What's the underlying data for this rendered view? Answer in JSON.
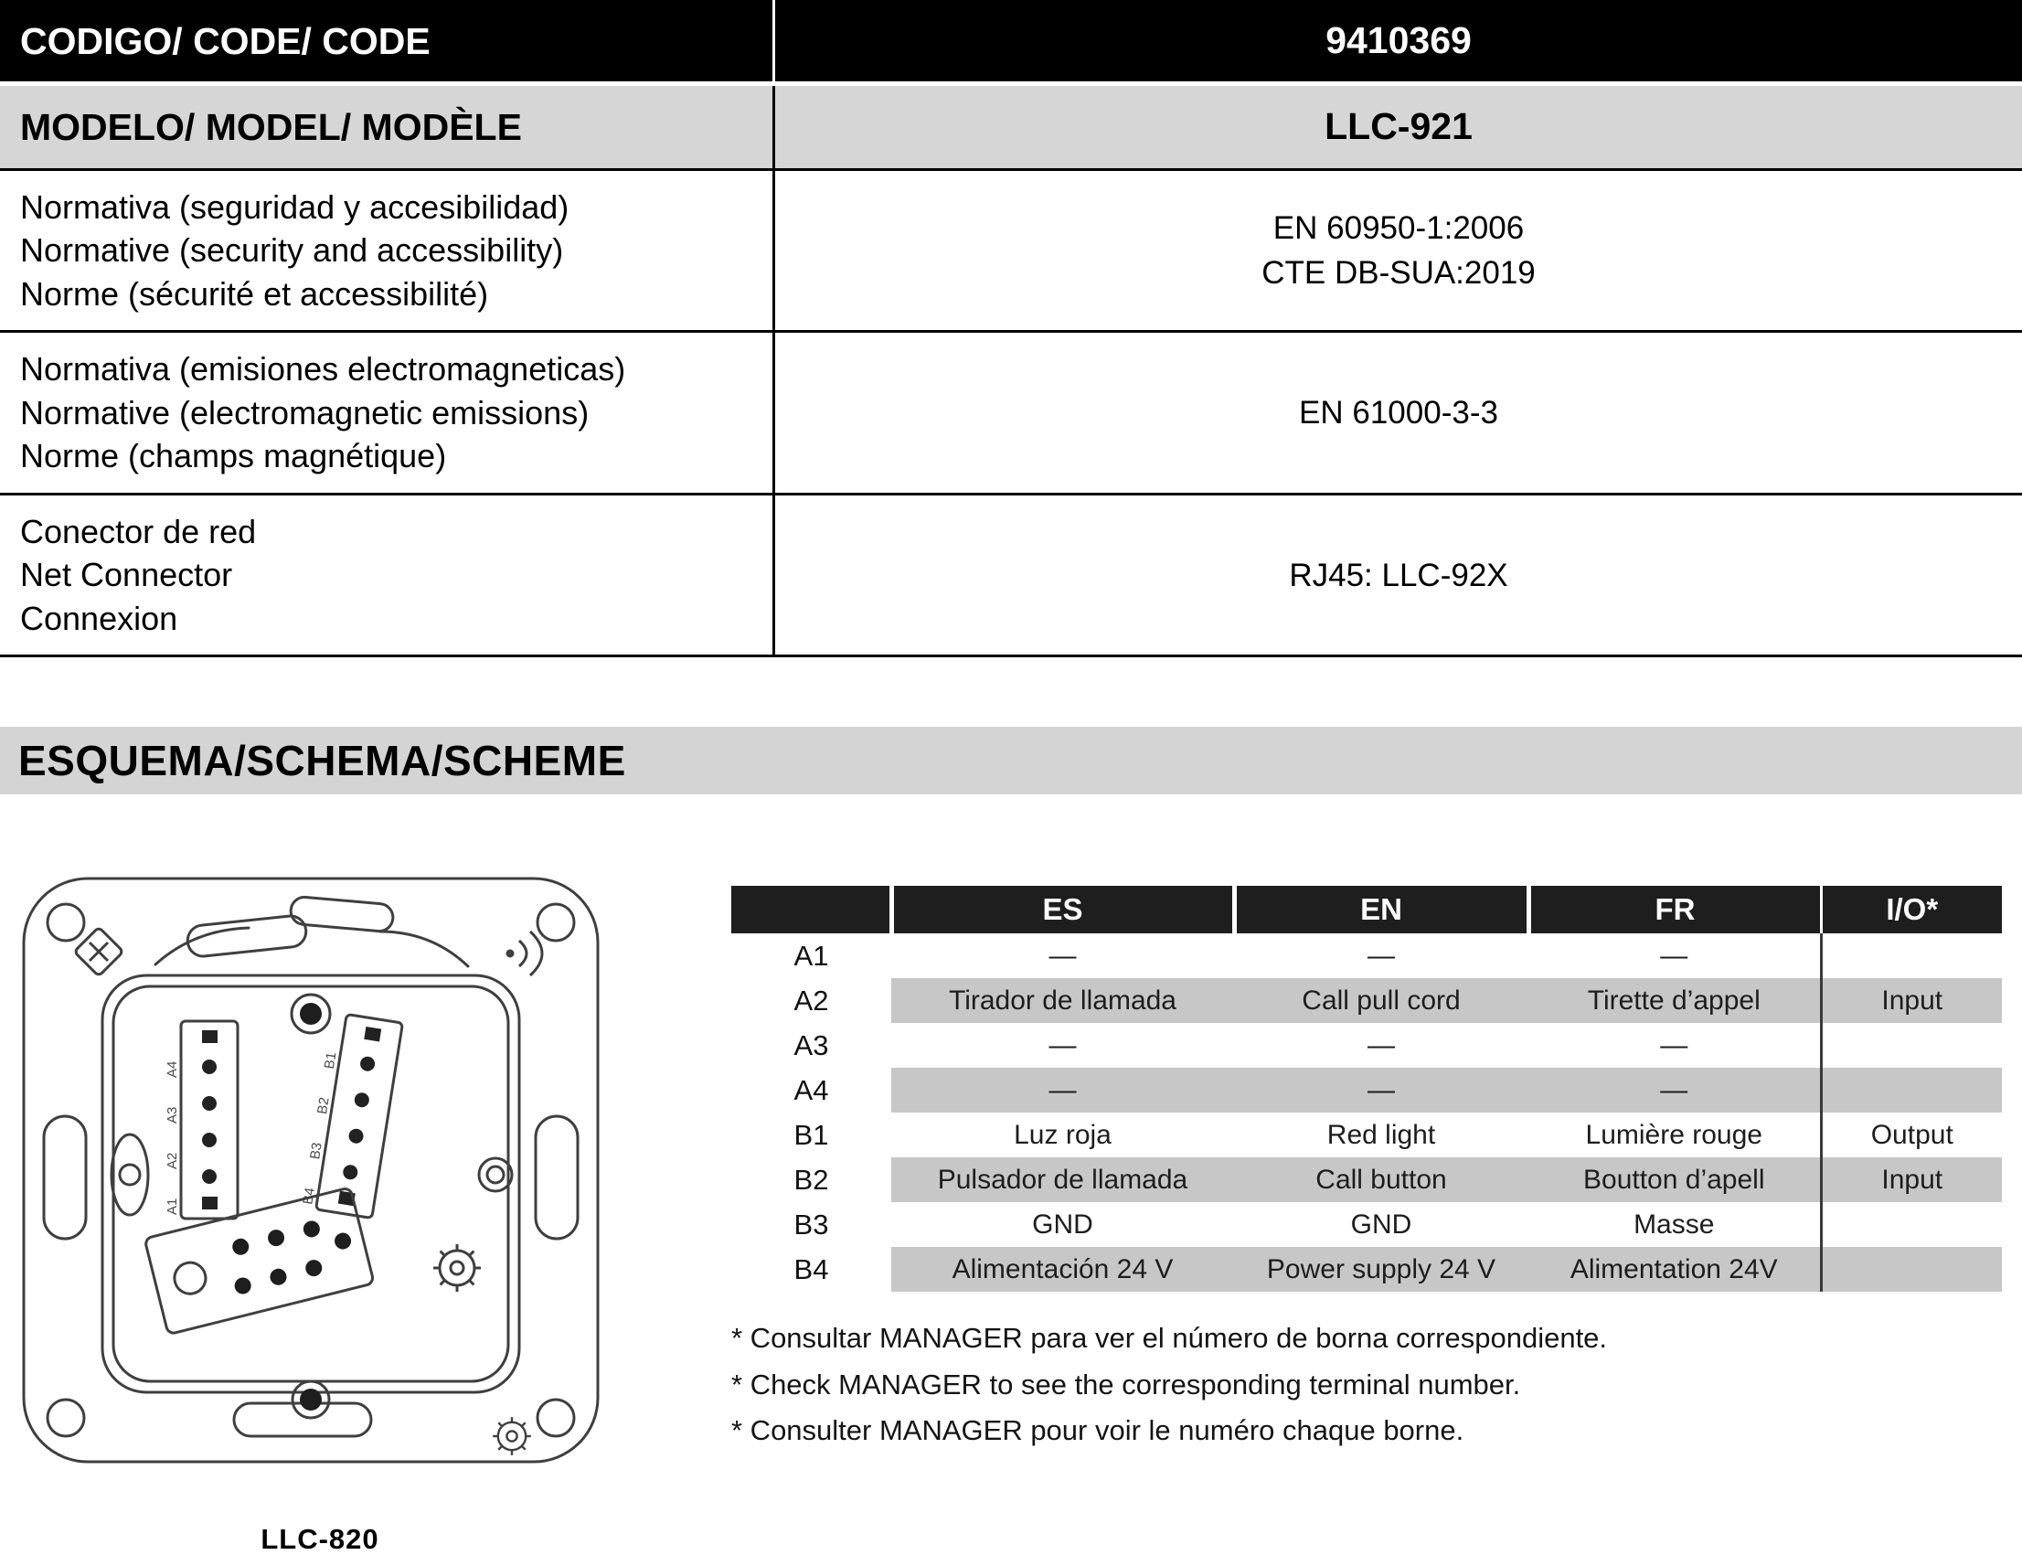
{
  "spec_table": {
    "row1": {
      "label": "CODIGO/ CODE/ CODE",
      "value": "9410369"
    },
    "row2": {
      "label": "MODELO/ MODEL/ MODÈLE",
      "value": "LLC-921"
    },
    "row3": {
      "label_es": "Normativa (seguridad y accesibilidad)",
      "label_en": "Normative (security and accessibility)",
      "label_fr": "Norme (sécurité et accessibilité)",
      "value_line1": "EN 60950-1:2006",
      "value_line2": "CTE DB-SUA:2019"
    },
    "row4": {
      "label_es": "Normativa (emisiones electromagneticas)",
      "label_en": "Normative (electromagnetic emissions)",
      "label_fr": "Norme (champs magnétique)",
      "value": "EN 61000-3-3"
    },
    "row5": {
      "label_es": "Conector de red",
      "label_en": "Net Connector",
      "label_fr": "Connexion",
      "value": "RJ45: LLC-92X"
    }
  },
  "section": {
    "title": "ESQUEMA/SCHEMA/SCHEME"
  },
  "diagram": {
    "caption": "LLC-820",
    "strip_a": [
      "A1",
      "A2",
      "A3",
      "A4"
    ],
    "strip_b": [
      "B1",
      "B2",
      "B3",
      "B4"
    ]
  },
  "terminal_table": {
    "headers": [
      "",
      "ES",
      "EN",
      "FR",
      "I/O*"
    ],
    "rows": [
      {
        "id": "A1",
        "es": "—",
        "en": "—",
        "fr": "—",
        "io": ""
      },
      {
        "id": "A2",
        "es": "Tirador de llamada",
        "en": "Call pull cord",
        "fr": "Tirette d’appel",
        "io": "Input"
      },
      {
        "id": "A3",
        "es": "—",
        "en": "—",
        "fr": "—",
        "io": ""
      },
      {
        "id": "A4",
        "es": "—",
        "en": "—",
        "fr": "—",
        "io": ""
      },
      {
        "id": "B1",
        "es": "Luz roja",
        "en": "Red light",
        "fr": "Lumière rouge",
        "io": "Output"
      },
      {
        "id": "B2",
        "es": "Pulsador de llamada",
        "en": "Call button",
        "fr": "Boutton d’apell",
        "io": "Input"
      },
      {
        "id": "B3",
        "es": "GND",
        "en": "GND",
        "fr": "Masse",
        "io": ""
      },
      {
        "id": "B4",
        "es": "Alimentación 24 V",
        "en": "Power supply 24 V",
        "fr": "Alimentation 24V",
        "io": ""
      }
    ],
    "footnotes": [
      "* Consultar MANAGER para ver el número de borna correspondiente.",
      "* Check MANAGER to see the corresponding terminal number.",
      "* Consulter MANAGER pour voir le numéro chaque borne."
    ]
  },
  "colors": {
    "header_black": "#000000",
    "band_gray": "#d4d4d4",
    "stripe_gray": "#c7c7c7"
  }
}
